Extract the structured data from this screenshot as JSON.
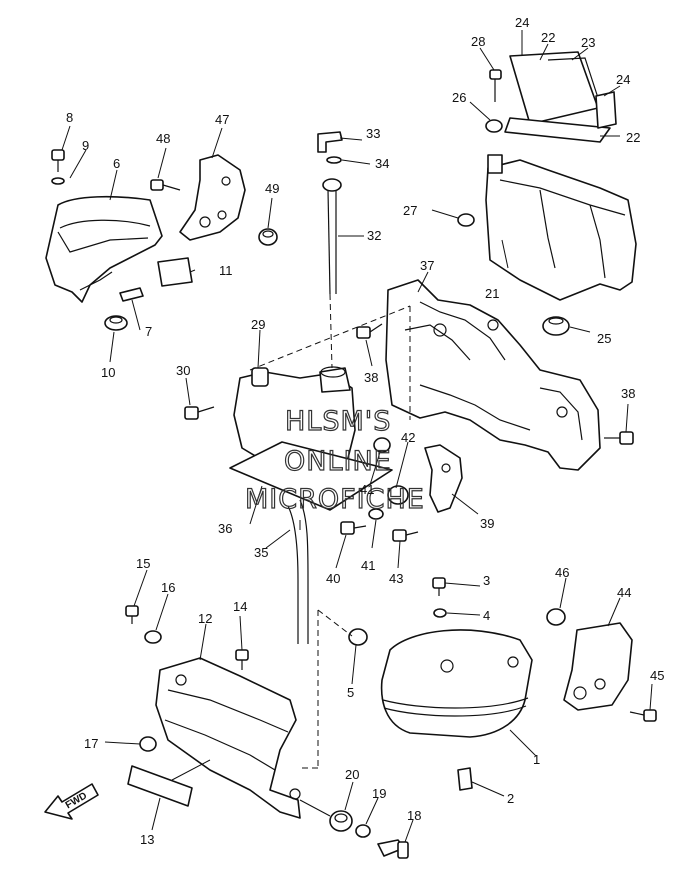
{
  "watermark": {
    "line1": "HLSM'S",
    "line2": "ONLINE",
    "line3": "MICROFICHE"
  },
  "direction_label": "FWD",
  "callouts": {
    "c1": "1",
    "c2": "2",
    "c3": "3",
    "c4": "4",
    "c5": "5",
    "c6": "6",
    "c7": "7",
    "c8": "8",
    "c9": "9",
    "c10": "10",
    "c11": "11",
    "c12": "12",
    "c13": "13",
    "c14": "14",
    "c15": "15",
    "c16": "16",
    "c17": "17",
    "c18": "18",
    "c19": "19",
    "c20": "20",
    "c21": "21",
    "c22a": "22",
    "c22b": "22",
    "c23": "23",
    "c24a": "24",
    "c24b": "24",
    "c25": "25",
    "c26": "26",
    "c27": "27",
    "c28": "28",
    "c29": "29",
    "c30": "30",
    "c32": "32",
    "c33": "33",
    "c34": "34",
    "c35": "35",
    "c36": "36",
    "c37": "37",
    "c38a": "38",
    "c38b": "38",
    "c39": "39",
    "c40": "40",
    "c41a": "41",
    "c41b": "41",
    "c42": "42",
    "c43": "43",
    "c44": "44",
    "c45": "45",
    "c46": "46",
    "c47": "47",
    "c48": "48",
    "c49": "49"
  }
}
